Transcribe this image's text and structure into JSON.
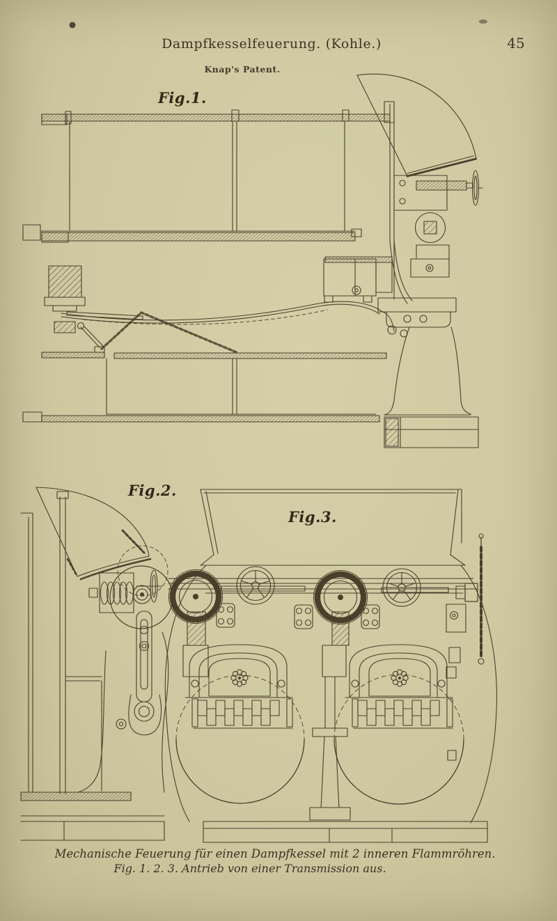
{
  "page": {
    "paper_color": "#cfc8a1",
    "ink_color": "#49402c"
  },
  "header": {
    "title": "Dampfkesselfeuerung. (Kohle.)",
    "page_number": "45",
    "subtitle": "Knap's Patent."
  },
  "figures": [
    {
      "id": "fig1",
      "label": "Fig.1."
    },
    {
      "id": "fig2",
      "label": "Fig.2."
    },
    {
      "id": "fig3",
      "label": "Fig.3."
    }
  ],
  "caption": {
    "line1": "Mechanische Feuerung für einen Dampfkessel mit 2 inneren Flammröhren.",
    "line2": "Fig. 1. 2. 3. Antrieb von einer Transmission aus."
  }
}
